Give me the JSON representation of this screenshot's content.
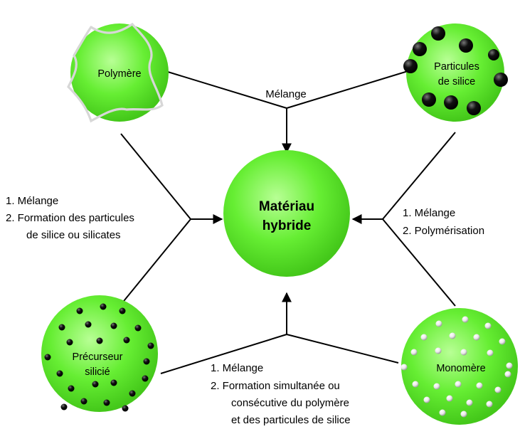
{
  "center": {
    "line1": "Matériau",
    "line2": "hybride"
  },
  "nodes": {
    "polymer": "Polymère",
    "silica_particles": {
      "line1": "Particules",
      "line2": "de silice"
    },
    "precursor": {
      "line1": "Précurseur",
      "line2": "silicié"
    },
    "monomer": "Monomère"
  },
  "paths": {
    "top": "Mélange",
    "left": [
      "1.  Mélange",
      "2.  Formation des particules",
      "de silice ou silicates"
    ],
    "right": [
      "1.  Mélange",
      "2.  Polymérisation"
    ],
    "bottom": [
      "1.  Mélange",
      "2.  Formation simultanée ou",
      "consécutive du polymère",
      "et des particules de silice"
    ]
  },
  "colors": {
    "node_fill": "#66ee33",
    "node_light": "#c8ffb0",
    "node_dark": "#3fbf12",
    "line": "#000000"
  }
}
